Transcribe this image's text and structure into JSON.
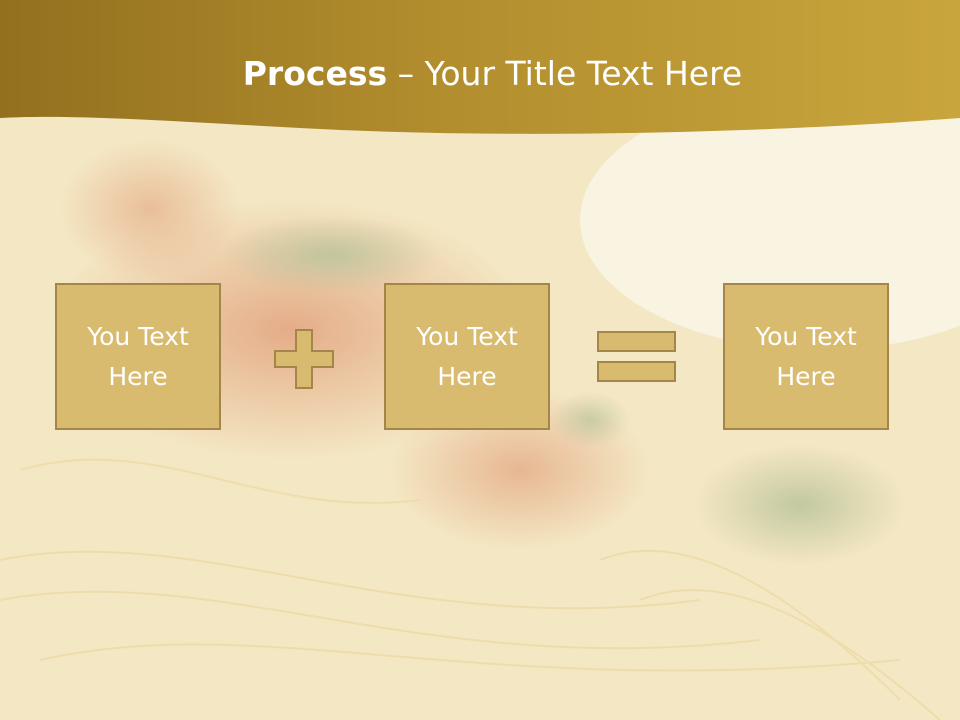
{
  "slide": {
    "title_bold": "Process",
    "title_rest": " – Your Title Text Here"
  },
  "boxes": [
    {
      "text": "You Text Here"
    },
    {
      "text": "You Text Here"
    },
    {
      "text": "You Text Here"
    }
  ],
  "operators": [
    "plus",
    "equals"
  ],
  "colors": {
    "header_dark": "#92701e",
    "header_light": "#c9a63c",
    "box_fill": "#d9bb70",
    "box_border": "#a4864a",
    "background": "#f7edd2",
    "text": "#ffffff"
  }
}
